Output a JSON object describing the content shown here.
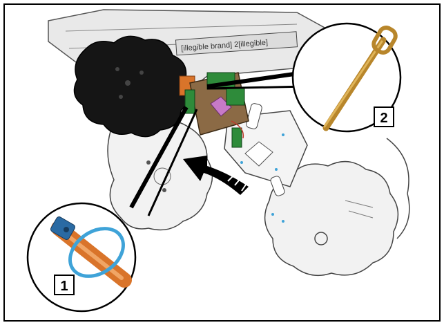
{
  "figure": {
    "callouts": [
      {
        "number": "1",
        "part": "linch-pin"
      },
      {
        "number": "2",
        "part": "t-handle-pin"
      }
    ],
    "machine_plate_text": "[illegible brand] 2[illegible]",
    "colors": {
      "frame_stroke": "#000000",
      "disc_dark": "#151515",
      "disc_light": "#f2f2f2",
      "bracket_green": "#2e8b3a",
      "bracket_brown": "#8b6a45",
      "diamond_pink": "#c77ac7",
      "pin_gold": "#b8862b",
      "ring_blue": "#3fa3d8",
      "pin_orange": "#d9742a",
      "arrow_black": "#000000"
    }
  }
}
